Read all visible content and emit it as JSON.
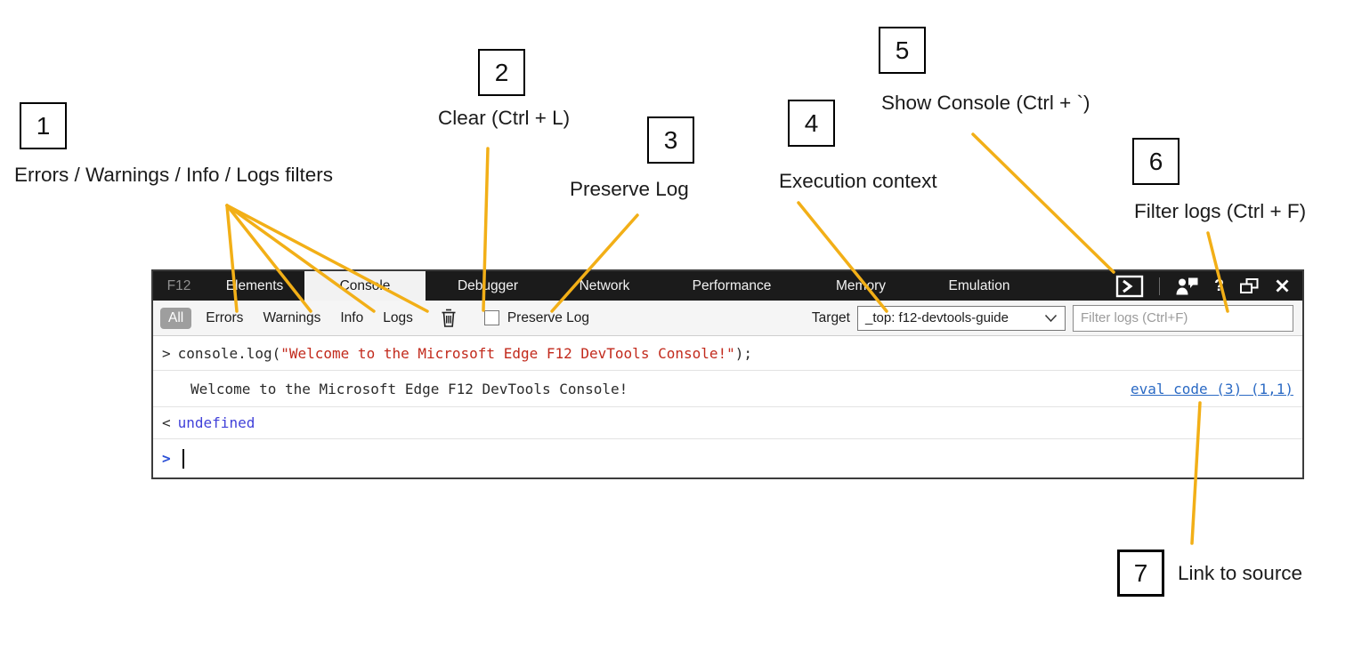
{
  "annotations": {
    "accent_color": "#F2AF17",
    "items": [
      {
        "number": "1",
        "label": "Errors / Warnings / Info / Logs filters"
      },
      {
        "number": "2",
        "label": "Clear (Ctrl + L)"
      },
      {
        "number": "3",
        "label": "Preserve Log"
      },
      {
        "number": "4",
        "label": "Execution context"
      },
      {
        "number": "5",
        "label": "Show Console (Ctrl + `)"
      },
      {
        "number": "6",
        "label": "Filter logs (Ctrl + F)"
      },
      {
        "number": "7",
        "label": "Link to source"
      }
    ]
  },
  "devtools": {
    "tabs": [
      "F12",
      "Elements",
      "Console",
      "Debugger",
      "Network",
      "Performance",
      "Memory",
      "Emulation"
    ],
    "active_tab": "Console",
    "titlebar": {
      "help_glyph": "?"
    },
    "toolbar": {
      "filters": [
        "All",
        "Errors",
        "Warnings",
        "Info",
        "Logs"
      ],
      "active_filter": "All",
      "preserve_log_label": "Preserve Log",
      "target_label": "Target",
      "target_value": "_top: f12-devtools-guide",
      "filter_placeholder": "Filter logs (Ctrl+F)"
    },
    "console": {
      "echo": {
        "prefix": ">",
        "code_before": "console.log(",
        "string": "\"Welcome to the Microsoft Edge F12 DevTools Console!\"",
        "code_after": ");"
      },
      "output": {
        "text": "Welcome to the Microsoft Edge F12 DevTools Console!",
        "source_link": "eval code (3) (1,1)"
      },
      "return": {
        "prefix": "<",
        "value": "undefined"
      },
      "prompt": {
        "prefix": ">"
      }
    }
  }
}
